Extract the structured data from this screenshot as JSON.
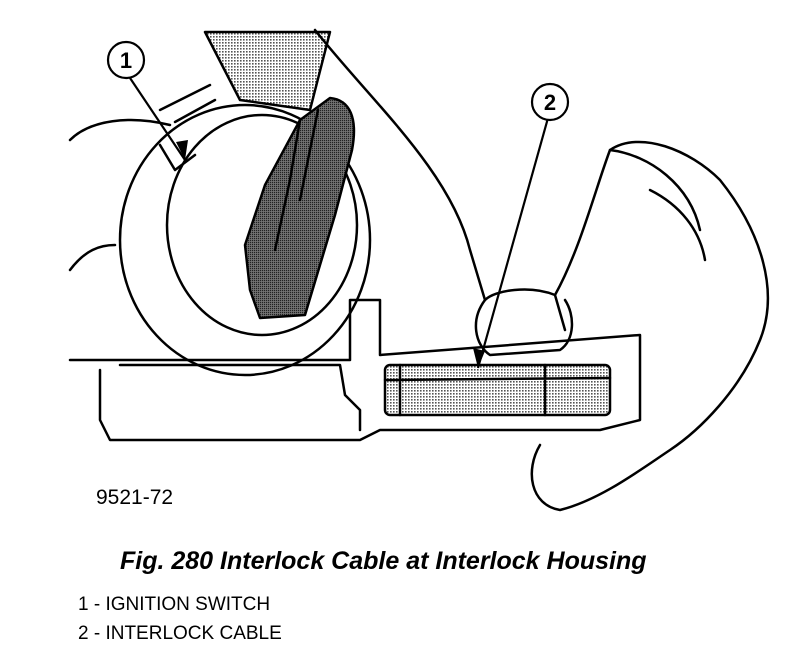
{
  "callouts": [
    "1",
    "2"
  ],
  "figure_code": "9521-72",
  "caption": "Fig. 280 Interlock Cable at Interlock Housing",
  "legend": [
    "1 - IGNITION SWITCH",
    "2 - INTERLOCK CABLE"
  ]
}
